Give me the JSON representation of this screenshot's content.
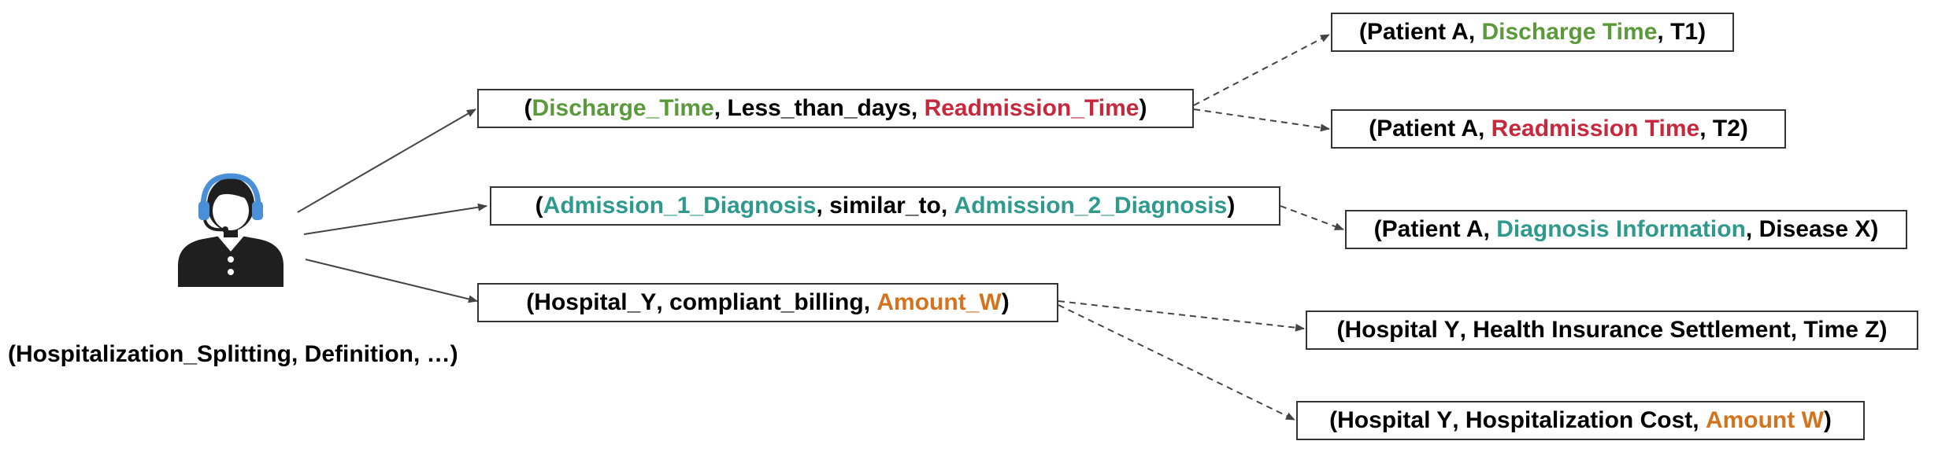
{
  "colors": {
    "green": "#5a9a3a",
    "red": "#c8283c",
    "teal": "#2e9a8e",
    "orange": "#d4731e",
    "black": "#000000",
    "headset": "#4a90d9"
  },
  "user": {
    "icon": "customer-support-agent-icon",
    "label": "(Hospitalization_Splitting, Definition, …)"
  },
  "relations": [
    {
      "open": "(",
      "t1": "Discharge_Time",
      "sep1": ", ",
      "t2": "Less_than_days",
      "sep2": ", ",
      "t3": "Readmission_Time",
      "close": ")",
      "c1": "green",
      "c2": "black",
      "c3": "red"
    },
    {
      "open": "(",
      "t1": "Admission_1_Diagnosis",
      "sep1": ", ",
      "t2": "similar_to",
      "sep2": ", ",
      "t3": "Admission_2_Diagnosis",
      "close": ")",
      "c1": "teal",
      "c2": "black",
      "c3": "teal"
    },
    {
      "open": "(",
      "t1": "Hospital_Y",
      "sep1": ", ",
      "t2": "compliant_billing",
      "sep2": ", ",
      "t3": "Amount_W",
      "close": ")",
      "c1": "black",
      "c2": "black",
      "c3": "orange"
    }
  ],
  "facts": [
    {
      "open": "(",
      "t1": "Patient A",
      "sep1": ", ",
      "t2": "Discharge Time",
      "sep2": ", ",
      "t3": "T1",
      "close": ")",
      "c1": "black",
      "c2": "green",
      "c3": "black"
    },
    {
      "open": "(",
      "t1": "Patient A",
      "sep1": ", ",
      "t2": "Readmission Time",
      "sep2": ", ",
      "t3": "T2",
      "close": ")",
      "c1": "black",
      "c2": "red",
      "c3": "black"
    },
    {
      "open": "(",
      "t1": "Patient A",
      "sep1": ", ",
      "t2": "Diagnosis Information",
      "sep2": ", ",
      "t3": "Disease X",
      "close": ")",
      "c1": "black",
      "c2": "teal",
      "c3": "black"
    },
    {
      "open": "(",
      "t1": "Hospital Y",
      "sep1": ", ",
      "t2": "Health Insurance Settlement",
      "sep2": ", ",
      "t3": "Time Z",
      "close": ")",
      "c1": "black",
      "c2": "black",
      "c3": "black"
    },
    {
      "open": "(",
      "t1": "Hospital Y",
      "sep1": ", ",
      "t2": "Hospitalization Cost",
      "sep2": ", ",
      "t3": "Amount W",
      "close": ")",
      "c1": "black",
      "c2": "black",
      "c3": "orange"
    }
  ]
}
